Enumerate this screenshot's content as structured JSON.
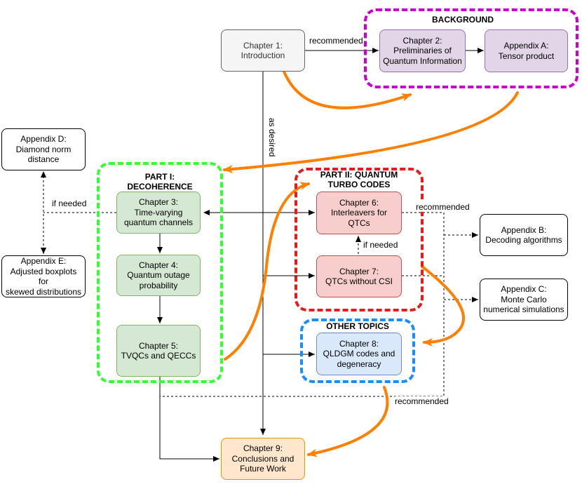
{
  "colors": {
    "background_border": "#cc00cc",
    "background_fill": "#e1d5e7",
    "background_stroke": "#9673a6",
    "part1_border": "#33ff33",
    "part1_fill": "#d5e8d4",
    "part1_stroke": "#82b366",
    "part2_border": "#e61c1c",
    "part2_fill": "#f8cecc",
    "part2_stroke": "#b85450",
    "other_border": "#1a8cff",
    "other_fill": "#dae8fc",
    "other_stroke": "#6c8ebf",
    "intro_fill": "#f5f5f5",
    "intro_stroke": "#666666",
    "concl_fill": "#ffe6cc",
    "concl_stroke": "#d79b00",
    "orange_arrow": "#ff8000"
  },
  "groups": {
    "background": "BACKGROUND",
    "part1": "PART I:\nDECOHERENCE",
    "part2": "PART II: QUANTUM\nTURBO CODES",
    "other": "OTHER TOPICS"
  },
  "nodes": {
    "ch1": "Chapter 1:\nIntroduction",
    "ch2": "Chapter 2:\nPreliminaries of\nQuantum Information",
    "appA": "Appendix A:\nTensor product",
    "appD": "Appendix D:\nDiamond norm\ndistance",
    "appE": "Appendix E:\nAdjusted boxplots for\nskewed distributions",
    "ch3": "Chapter 3:\nTime-varying\nquantum channels",
    "ch4": "Chapter 4:\nQuantum outage\nprobability",
    "ch5": "Chapter 5:\nTVQCs and QECCs",
    "ch6": "Chapter 6:\nInterleavers for QTCs",
    "ch7": "Chapter 7:\nQTCs without CSI",
    "ch8": "Chapter 8:\nQLDGM codes and\ndegeneracy",
    "appB": "Appendix B:\nDecoding algorithms",
    "appC": "Appendix C:\nMonte Carlo\nnumerical simulations",
    "ch9": "Chapter 9:\nConclusions and\nFuture Work"
  },
  "labels": {
    "recommended_top": "recommended",
    "as_desired": "as desired",
    "if_needed_left": "if needed",
    "recommended_right": "recommended",
    "if_needed_mid": "if needed",
    "recommended_bottom": "recommended"
  }
}
